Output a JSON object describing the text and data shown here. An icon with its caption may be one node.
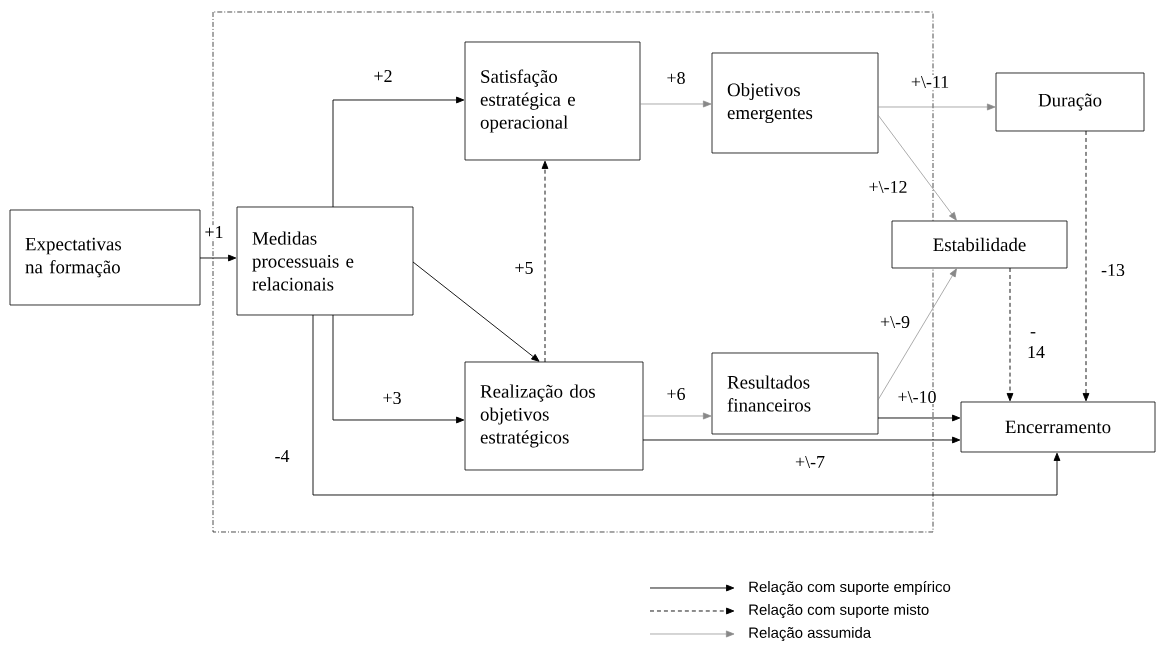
{
  "diagram": {
    "nodes": [
      {
        "text": [
          "Expectativas na formação"
        ]
      },
      {
        "text": [
          "Medidas processuais e relacionais"
        ]
      },
      {
        "text": [
          "Satisfação estratégica e operacional"
        ]
      },
      {
        "text": [
          "Objetivos emergentes"
        ]
      },
      {
        "text": [
          "Duração"
        ]
      },
      {
        "text": [
          "Estabilidade"
        ]
      },
      {
        "text": [
          "Realização dos objetivos estratégicos"
        ]
      },
      {
        "text": [
          "Resultados financeiros"
        ]
      },
      {
        "text": [
          "Encerramento"
        ]
      }
    ],
    "edges": [
      {
        "from": 0,
        "to": 1,
        "arrow": "to",
        "label": "+1"
      },
      {
        "from": 1,
        "to": 2,
        "arrow": "to",
        "label": "+2"
      },
      {
        "from": 1,
        "to": 6,
        "arrow": "to",
        "label": "+3"
      },
      {
        "from": 1,
        "to": 6,
        "arrow": "to"
      },
      {
        "from": 6,
        "to": 2,
        "arrow": "to",
        "label": "+5",
        "style": "dashed"
      },
      {
        "from": 1,
        "to": 8,
        "arrow": "to",
        "label": "-4"
      },
      {
        "from": 2,
        "to": 3,
        "arrow": "to",
        "label": "+8",
        "color": "#888888"
      },
      {
        "from": 6,
        "to": 7,
        "arrow": "to",
        "label": "+6",
        "color": "#888888"
      },
      {
        "from": 6,
        "to": 8,
        "arrow": "to",
        "label": "+\\-7"
      },
      {
        "from": 3,
        "to": 4,
        "arrow": "to",
        "label": "+\\-11",
        "color": "#888888"
      },
      {
        "from": 3,
        "to": 5,
        "arrow": "to",
        "label": "+\\-12",
        "color": "#888888"
      },
      {
        "from": 7,
        "to": 5,
        "arrow": "to",
        "label": "+\\-9",
        "color": "#888888"
      },
      {
        "from": 7,
        "to": 8,
        "arrow": "to",
        "label": "+\\-10"
      },
      {
        "from": 5,
        "to": 8,
        "arrow": "to",
        "label": "- 14",
        "style": "dashed"
      },
      {
        "from": 4,
        "to": 8,
        "arrow": "to",
        "label": "-13",
        "style": "dashed"
      }
    ],
    "legend": [
      {
        "text": "Relação com suporte empírico"
      },
      {
        "text": "Relação com suporte misto"
      },
      {
        "text": "Relação assumida"
      }
    ]
  }
}
